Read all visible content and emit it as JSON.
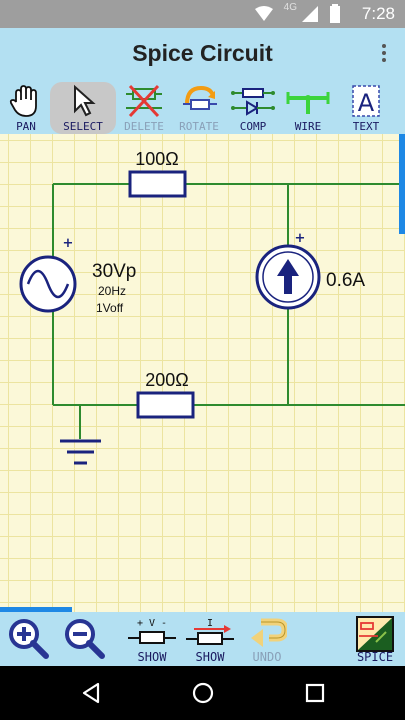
{
  "status": {
    "time": "7:28",
    "network": "4G"
  },
  "app": {
    "title": "Spice Circuit"
  },
  "toolbar": {
    "selected": "select",
    "items": [
      {
        "id": "pan",
        "label": "PAN"
      },
      {
        "id": "select",
        "label": "SELECT"
      },
      {
        "id": "delete",
        "label": "DELETE"
      },
      {
        "id": "rotate",
        "label": "ROTATE"
      },
      {
        "id": "comp",
        "label": "COMP"
      },
      {
        "id": "wire",
        "label": "WIRE"
      },
      {
        "id": "text",
        "label": "TEXT"
      }
    ]
  },
  "circuit": {
    "resistor_top": "100Ω",
    "resistor_bottom": "200Ω",
    "voltage_source": {
      "amplitude": "30Vp",
      "frequency": "20Hz",
      "offset": "1Voff"
    },
    "current_source": "0.6A",
    "plus_sign": "+"
  },
  "bottom_toolbar": {
    "items": [
      {
        "id": "zoom-in",
        "label": ""
      },
      {
        "id": "zoom-out",
        "label": ""
      },
      {
        "id": "show-voltage",
        "label": "SHOW"
      },
      {
        "id": "show-current",
        "label": "SHOW"
      },
      {
        "id": "undo",
        "label": "UNDO"
      },
      {
        "id": "spice",
        "label": "SPICE"
      }
    ],
    "voltage_marker": "+ V -",
    "current_marker": "I"
  },
  "colors": {
    "wire": "#2e8b2e",
    "component": "#1a237e",
    "bar": "#b3e0f2",
    "grid": "#fbf8d8"
  }
}
